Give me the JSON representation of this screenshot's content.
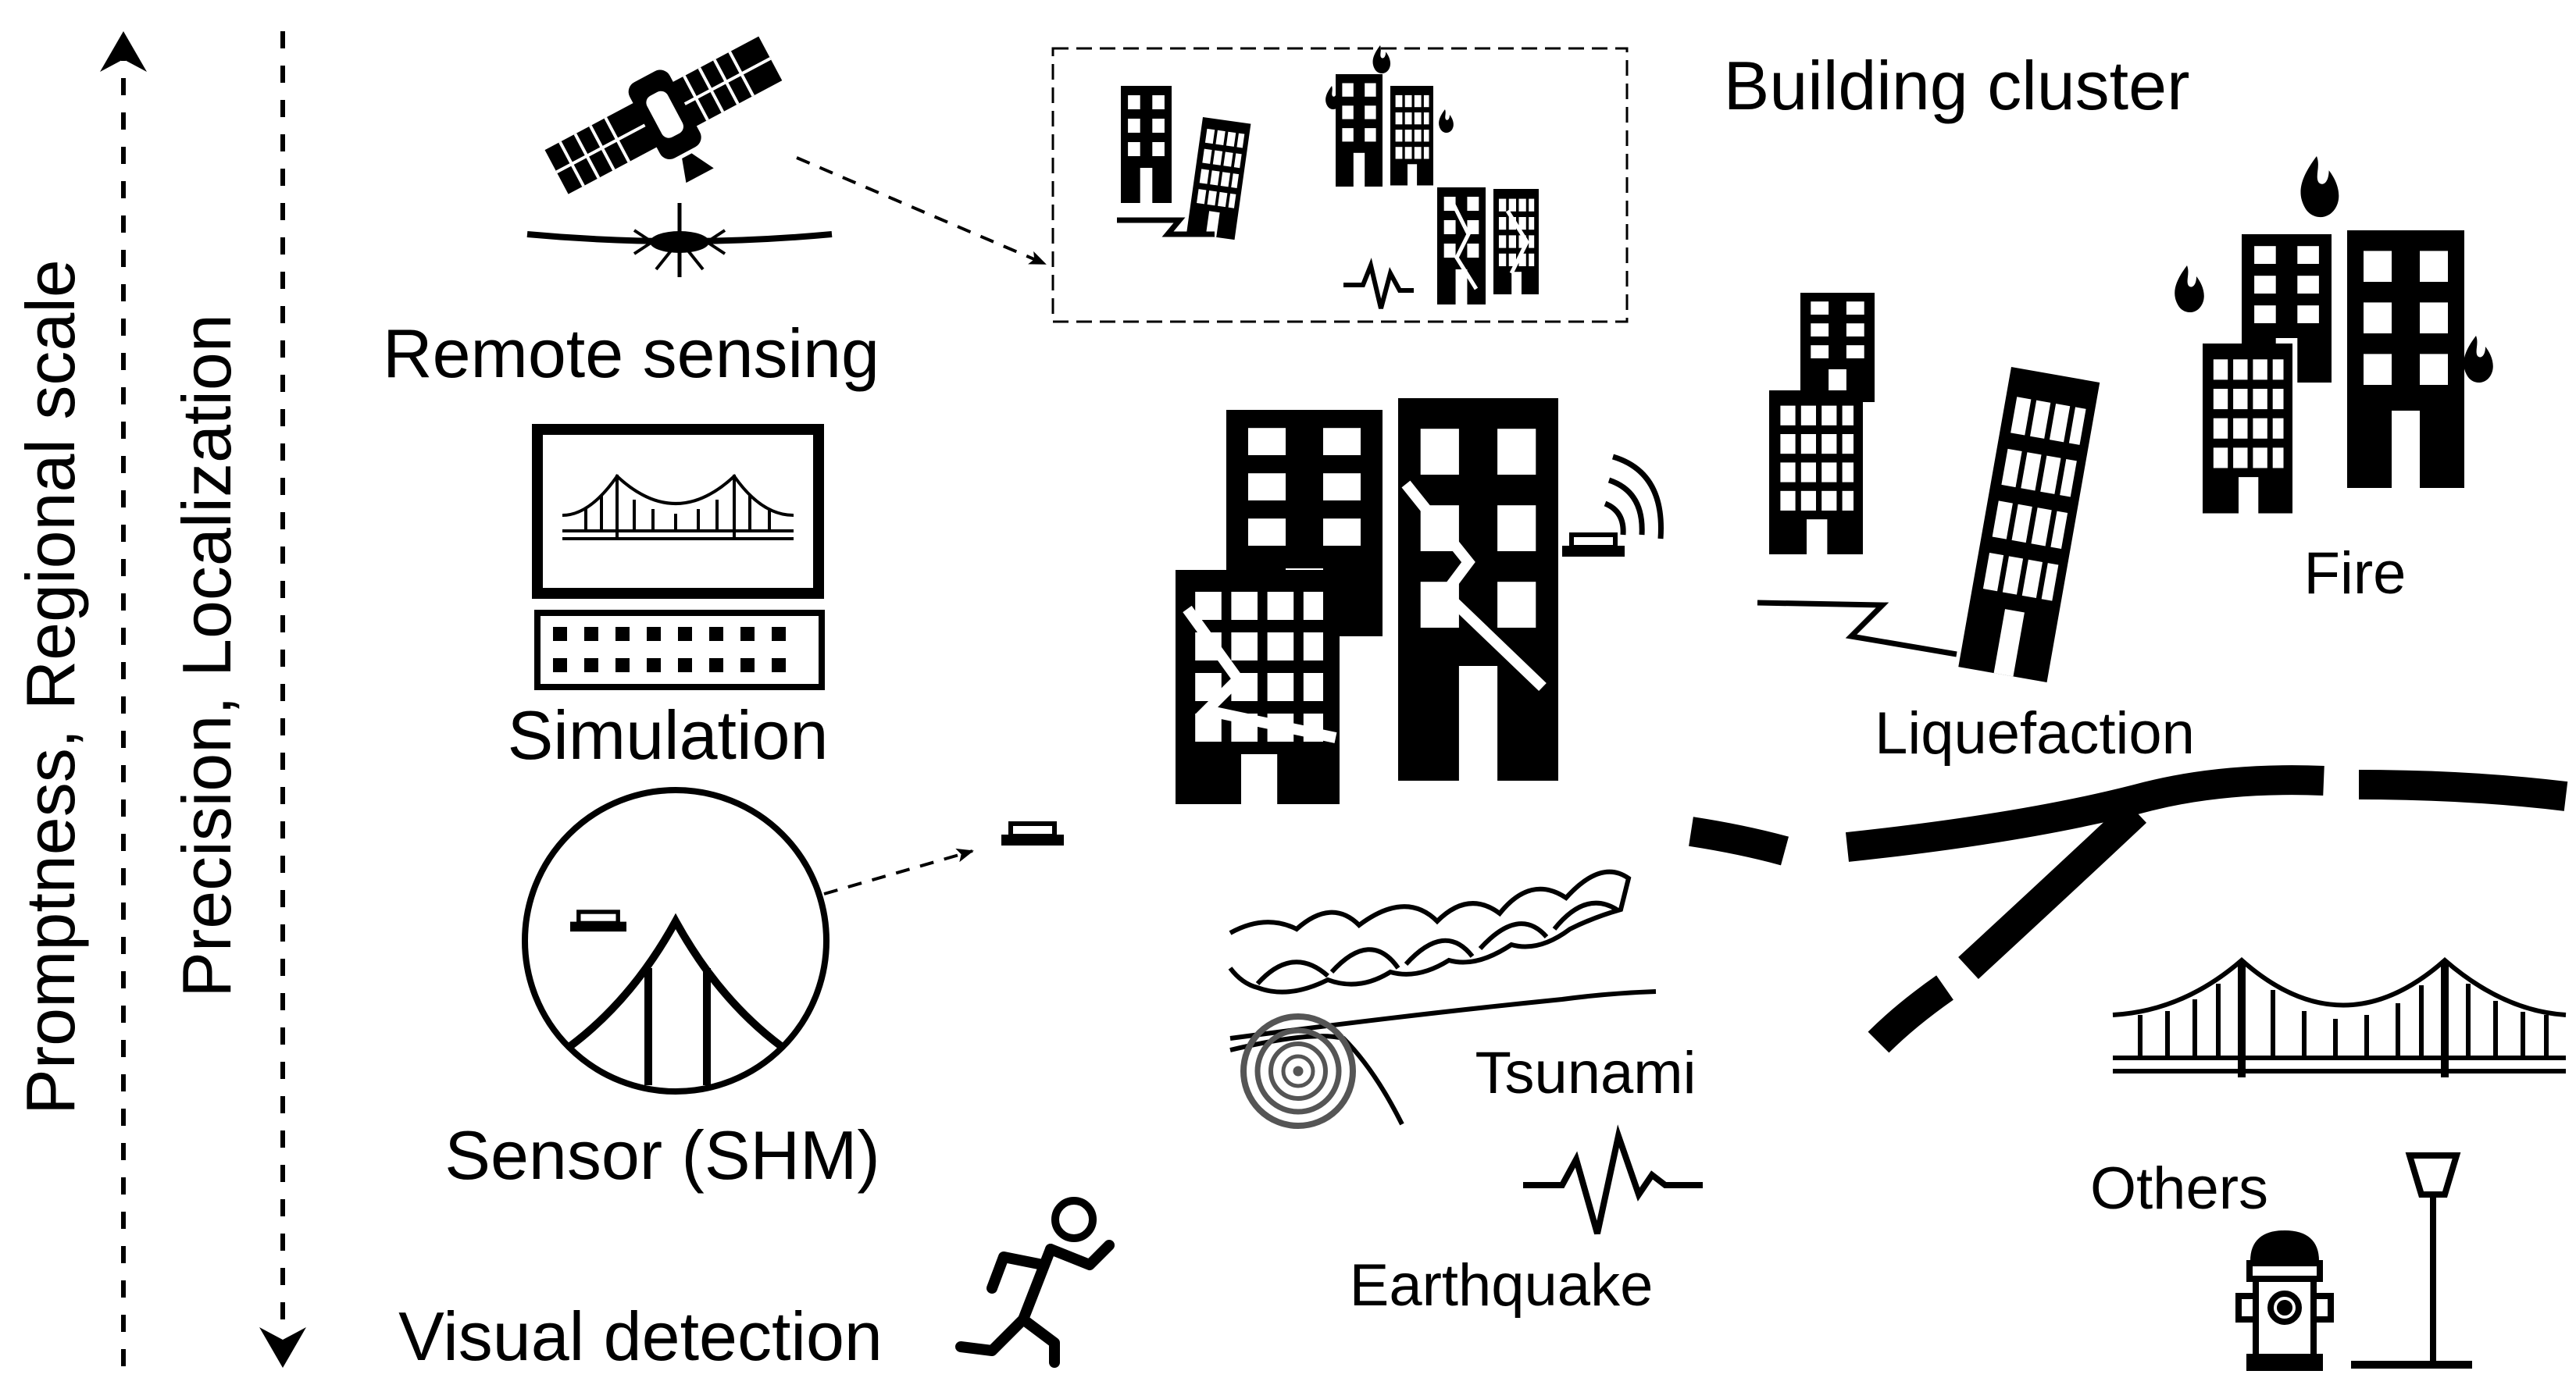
{
  "axes": {
    "outer_label": "Promptness, Regional scale",
    "inner_label": "Precision, Localization"
  },
  "methods": {
    "remote_sensing": "Remote sensing",
    "simulation": "Simulation",
    "sensor": "Sensor (SHM)",
    "visual": "Visual detection"
  },
  "scenes": {
    "building_cluster": "Building cluster",
    "fire": "Fire",
    "liquefaction": "Liquefaction",
    "tsunami": "Tsunami",
    "earthquake": "Earthquake",
    "others": "Others"
  },
  "colors": {
    "ink": "#000000",
    "paper": "#ffffff",
    "ripple": "#555555"
  },
  "icons": [
    "satellite-icon",
    "drone-icon",
    "computer-icon",
    "bridge-icon",
    "sensor-icon",
    "running-person-icon",
    "building-icon",
    "flame-icon",
    "road-icon",
    "wave-icon",
    "seismic-wave-icon",
    "epicenter-icon",
    "fire-hydrant-icon",
    "street-lamp-icon"
  ]
}
